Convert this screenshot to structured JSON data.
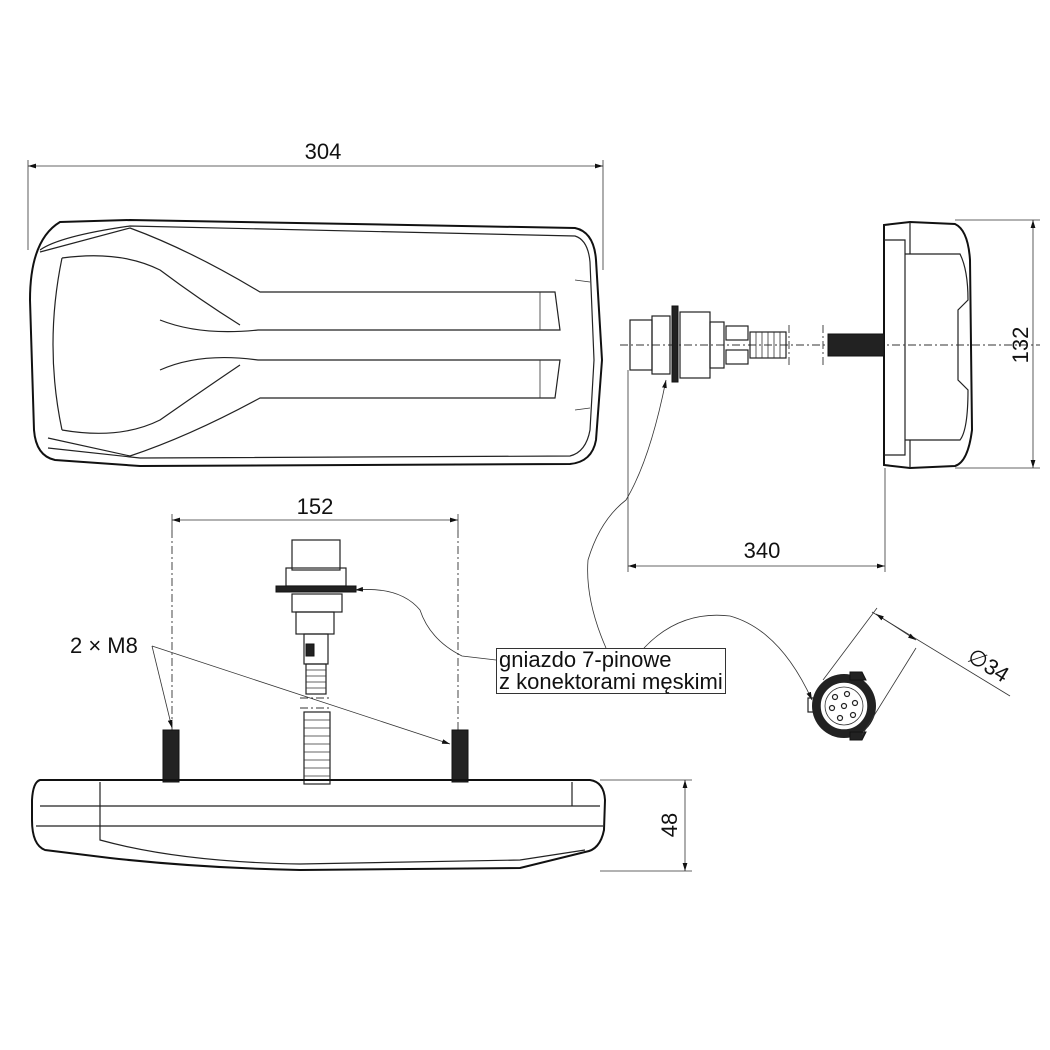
{
  "dimensions": {
    "length": "304",
    "height": "132",
    "depth_with_cable": "340",
    "stud_spacing": "152",
    "body_depth": "48",
    "socket_diameter": "34",
    "diameter_symbol": "∅"
  },
  "annotations": {
    "studs": "2 × M8",
    "socket_line1": "gniazdo 7-pinowe",
    "socket_line2": "z konektorami męskimi"
  }
}
